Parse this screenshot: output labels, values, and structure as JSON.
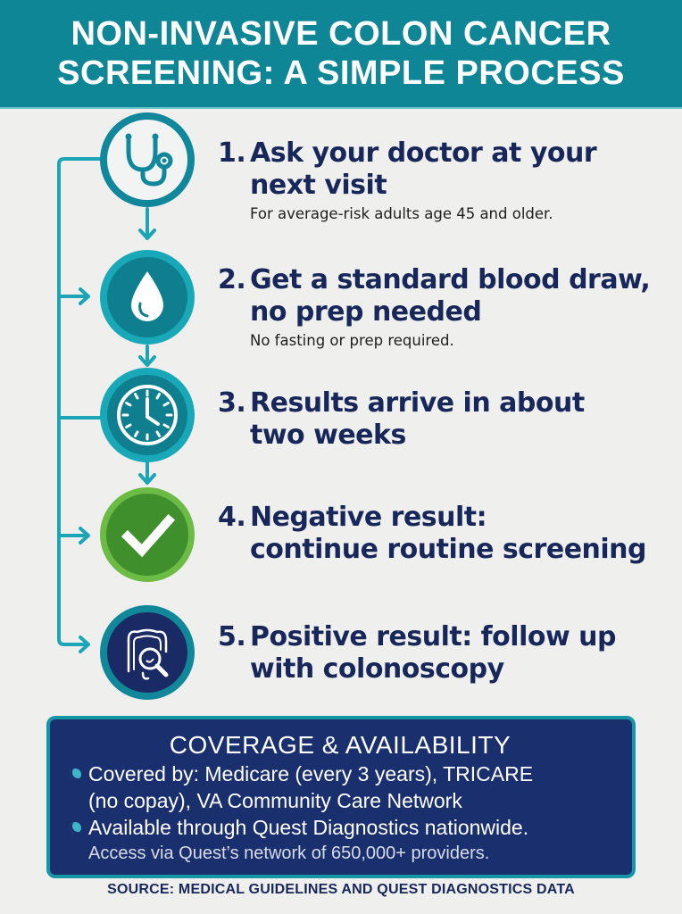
{
  "header": {
    "title_line1": "NON-INVASIVE COLON CANCER",
    "title_line2": "SCREENING: A SIMPLE PROCESS"
  },
  "steps": [
    {
      "number": "1.",
      "title_line1": "Ask your doctor at your",
      "title_line2": "next visit",
      "subtitle": "For average-risk adults age 45 and older.",
      "icon": "stethoscope-icon"
    },
    {
      "number": "2.",
      "title_line1": "Get a standard blood draw,",
      "title_line2": "no prep needed",
      "subtitle": "No fasting or prep required.",
      "icon": "blood-drop-icon"
    },
    {
      "number": "3.",
      "title_line1": "Results arrive in about",
      "title_line2": "two weeks",
      "subtitle": "",
      "icon": "clock-icon"
    },
    {
      "number": "4.",
      "title_line1": "Negative result:",
      "title_line2": "continue routine screening",
      "subtitle": "",
      "icon": "checkmark-icon"
    },
    {
      "number": "5.",
      "title_line1": "Positive result: follow up",
      "title_line2": "with colonoscopy",
      "subtitle": "",
      "icon": "colon-magnifier-icon"
    }
  ],
  "coverage": {
    "title": "COVERAGE & AVAILABILITY",
    "item1_line1": "Covered by: Medicare (every 3 years), TRICARE",
    "item1_line2": "(no copay), VA Community Care Network",
    "item2": "Available through Quest Diagnostics nationwide.",
    "item2_sub": "Access via Quest’s network of 650,000+ providers."
  },
  "source": "SOURCE: MEDICAL GUIDELINES AND QUEST DIAGNOSTICS DATA",
  "colors": {
    "header_teal": "#0e8696",
    "connector_teal": "#1ba5b6",
    "navy_text": "#17275a",
    "success_green": "#4a9e36",
    "coverage_navy": "#1a2f6e"
  }
}
